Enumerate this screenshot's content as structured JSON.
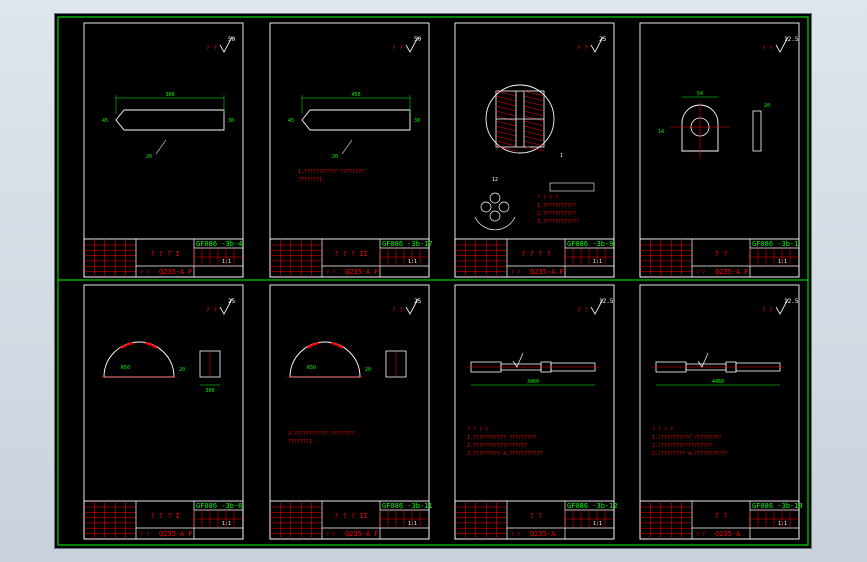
{
  "colors": {
    "background": "#000000",
    "frame": "#00ff00",
    "sheet": "#ffffff",
    "dimension": "#00ff00",
    "note": "#ff0000",
    "hatch": "#ff0000",
    "roughness": "#ff0000",
    "titleblock": "#ff0000"
  },
  "sheets": [
    {
      "code": "GF086 -3b-4",
      "part": "? ? ? I",
      "material": "Q235-A F",
      "scale": "1:1",
      "roughness": "50",
      "dims": [
        "300",
        "45",
        "30",
        "20"
      ],
      "notes": []
    },
    {
      "code": "GF086 -3b-17",
      "part": "? ? ? II",
      "material": "Q235-A F",
      "scale": "1:1",
      "roughness": "50",
      "dims": [
        "450",
        "45",
        "30",
        "20"
      ],
      "notes": [
        "1.??????????? ????????",
        "???????1"
      ]
    },
    {
      "code": "GF086 -3b-9",
      "part": "? ? ? ?",
      "material": "Q235-A F",
      "scale": "1:1",
      "roughness": "25",
      "dims": [
        "12",
        "1"
      ],
      "notes": [
        "? ? ? ?",
        "1.???????????",
        "2.???????????",
        "3.????????????"
      ]
    },
    {
      "code": "GF086 -3b-1",
      "part": "? ?",
      "material": "Q235-A F",
      "scale": "1:1",
      "roughness": "12.5",
      "dims": [
        "54",
        "20",
        "14"
      ],
      "notes": []
    },
    {
      "code": "GF086 -3b-6",
      "part": "? ? ? I",
      "material": "Q235-A F",
      "scale": "1:1",
      "roughness": "25",
      "dims": [
        "R50",
        "20",
        "300"
      ],
      "notes": []
    },
    {
      "code": "GF086 -3b-11",
      "part": "? ? ? II",
      "material": "Q235-A F",
      "scale": "1:1",
      "roughness": "25",
      "dims": [
        "R50",
        "20"
      ],
      "notes": [
        "3.??????????? ????????",
        "???????1"
      ]
    },
    {
      "code": "GF086 -3b-12",
      "part": "? ?",
      "material": "Q235-A",
      "scale": "1:1",
      "roughness": "12.5",
      "dims": [
        "3460"
      ],
      "notes": [
        "? ? ? ?",
        "1.??????????? ?????????",
        "2.??????????????????",
        "3.????????? 4.???????????"
      ]
    },
    {
      "code": "GF086 -3b-18",
      "part": "? ?",
      "material": "Q235-A",
      "scale": "1:1",
      "roughness": "12.5",
      "dims": [
        "4460"
      ],
      "notes": [
        "? ? ? ?",
        "1.??????????? ?????????",
        "2.??????????????????",
        "3.????????? 4.???????????"
      ]
    }
  ]
}
